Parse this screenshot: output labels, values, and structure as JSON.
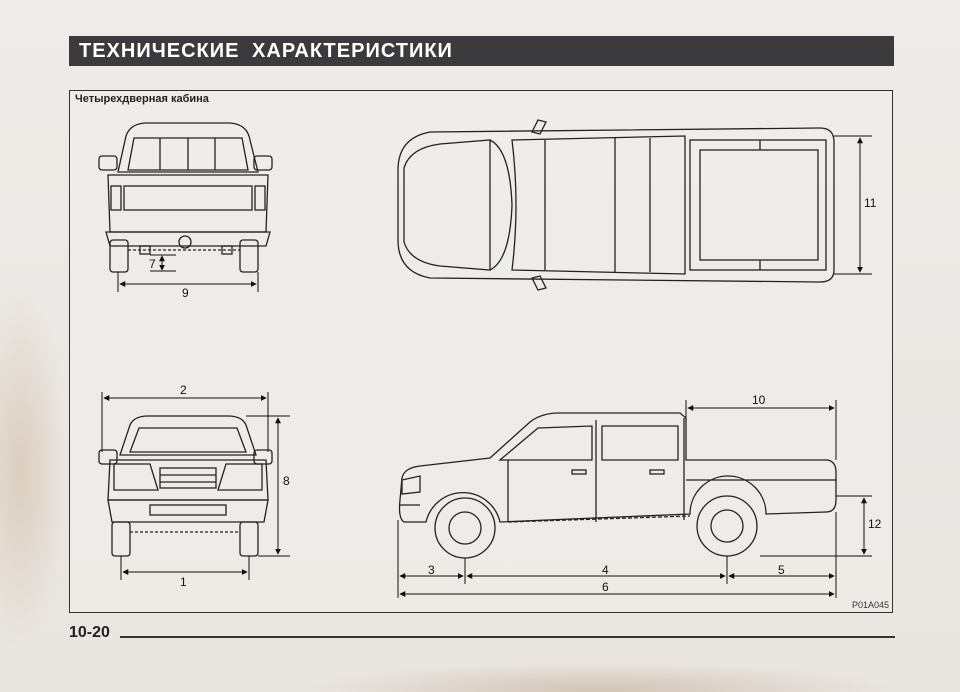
{
  "header": {
    "title": "ТЕХНИЧЕСКИЕ ХАРАКТЕРИСТИКИ"
  },
  "figure": {
    "cab_label": "Четырехдверная кабина",
    "code": "P01A045",
    "dimensions": {
      "d1": "1",
      "d2": "2",
      "d3": "3",
      "d4": "4",
      "d5": "5",
      "d6": "6",
      "d7": "7",
      "d8": "8",
      "d9": "9",
      "d10": "10",
      "d11": "11",
      "d12": "12"
    }
  },
  "footer": {
    "page_number": "10-20"
  }
}
